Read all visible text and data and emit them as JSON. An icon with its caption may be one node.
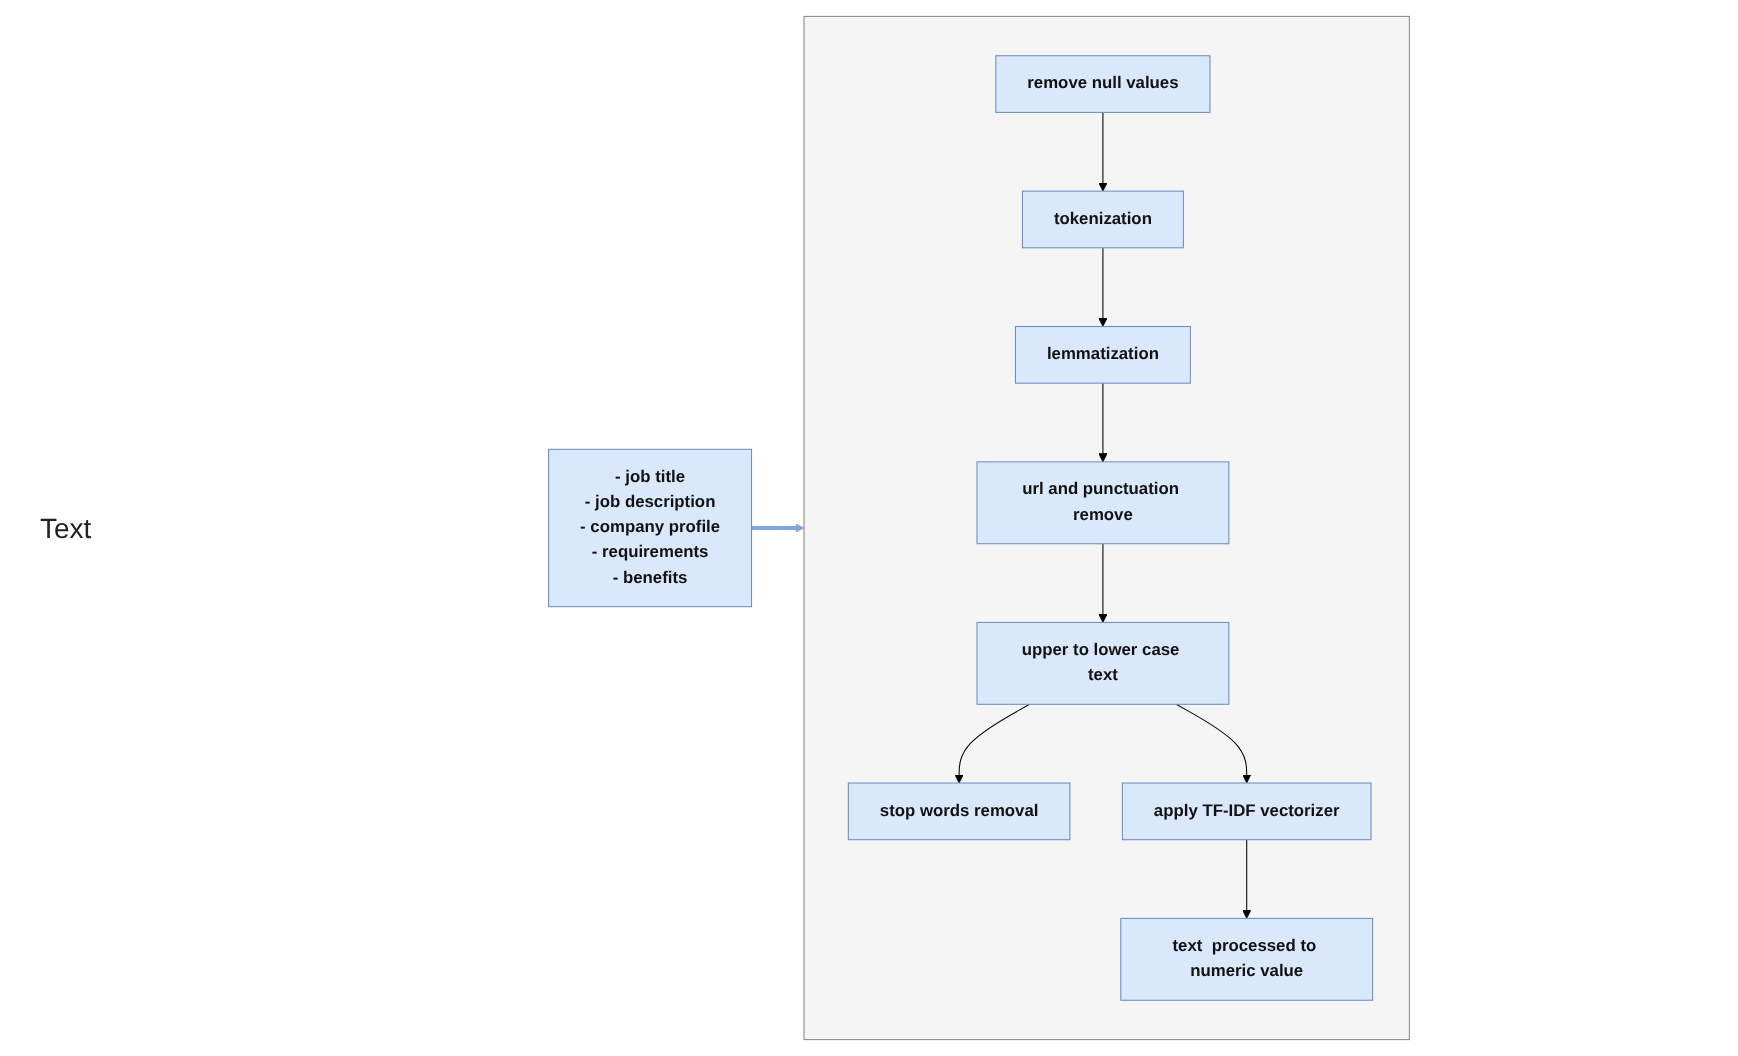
{
  "diagram": {
    "nodes": [
      {
        "text": [
          "- job title",
          "- job description",
          "- company profile",
          "- requirements",
          "- benefits"
        ]
      },
      {
        "text": [],
        "shape": "box"
      },
      {
        "text": [
          "remove null values"
        ],
        "in": 1
      },
      {
        "text": [
          "tokenization"
        ],
        "in": 1
      },
      {
        "text": [
          "lemmatization"
        ],
        "in": 1
      },
      {
        "text": [
          "url and punctuation remove"
        ],
        "in": 1
      },
      {
        "text": [
          "upper to lower case text"
        ],
        "in": 1
      },
      {
        "text": [
          "stop words removal"
        ],
        "in": 1
      },
      {
        "text": [
          "apply TF-IDF vectorizer"
        ],
        "in": 1
      },
      {
        "text": [
          "text  processed to numeric value"
        ],
        "in": 1
      }
    ],
    "edges": [
      {
        "from": 0,
        "to": 1,
        "arrow": "to",
        "style": "thick",
        "color": "#7ea6e0"
      },
      {
        "from": 2,
        "to": 3,
        "arrow": "to"
      },
      {
        "from": 3,
        "to": 4,
        "arrow": "to"
      },
      {
        "from": 4,
        "to": 5,
        "arrow": "to"
      },
      {
        "from": 5,
        "to": 6,
        "arrow": "to"
      },
      {
        "from": 6,
        "to": 7,
        "arrow": "to"
      },
      {
        "from": 6,
        "to": 8,
        "arrow": "to"
      },
      {
        "from": 8,
        "to": 9,
        "arrow": "to"
      }
    ],
    "labels": [
      "Text"
    ]
  }
}
